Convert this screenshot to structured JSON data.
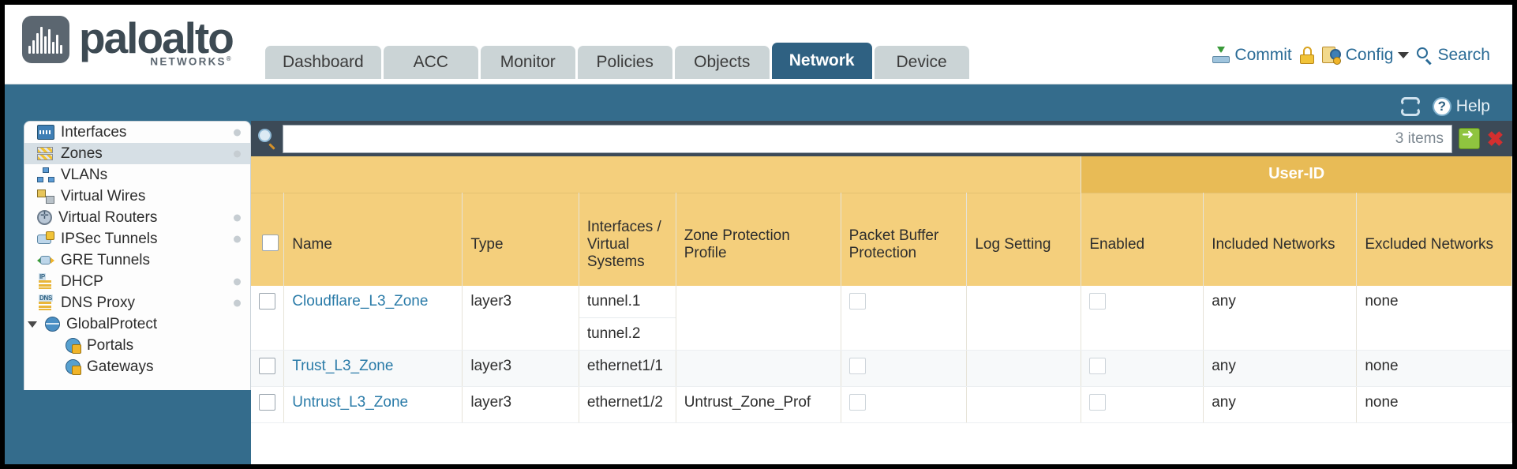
{
  "brand": {
    "name": "paloalto",
    "sub": "NETWORKS",
    "sub_mark": "®"
  },
  "nav": {
    "tabs": [
      {
        "label": "Dashboard",
        "active": false
      },
      {
        "label": "ACC",
        "active": false
      },
      {
        "label": "Monitor",
        "active": false
      },
      {
        "label": "Policies",
        "active": false
      },
      {
        "label": "Objects",
        "active": false
      },
      {
        "label": "Network",
        "active": true
      },
      {
        "label": "Device",
        "active": false
      }
    ]
  },
  "top_actions": {
    "commit": "Commit",
    "config": "Config",
    "search": "Search"
  },
  "band": {
    "help": "Help"
  },
  "sidebar": {
    "items": [
      {
        "label": "Interfaces",
        "icon": "interfaces-icon",
        "selected": false,
        "dot": true,
        "child": false,
        "toggle": false
      },
      {
        "label": "Zones",
        "icon": "zones-icon",
        "selected": true,
        "dot": true,
        "child": false,
        "toggle": false
      },
      {
        "label": "VLANs",
        "icon": "vlans-icon",
        "selected": false,
        "dot": false,
        "child": false,
        "toggle": false
      },
      {
        "label": "Virtual Wires",
        "icon": "virtual-wires-icon",
        "selected": false,
        "dot": false,
        "child": false,
        "toggle": false
      },
      {
        "label": "Virtual Routers",
        "icon": "virtual-routers-icon",
        "selected": false,
        "dot": true,
        "child": false,
        "toggle": false
      },
      {
        "label": "IPSec Tunnels",
        "icon": "ipsec-tunnels-icon",
        "selected": false,
        "dot": true,
        "child": false,
        "toggle": false
      },
      {
        "label": "GRE Tunnels",
        "icon": "gre-tunnels-icon",
        "selected": false,
        "dot": false,
        "child": false,
        "toggle": false
      },
      {
        "label": "DHCP",
        "icon": "dhcp-icon",
        "selected": false,
        "dot": true,
        "child": false,
        "toggle": false
      },
      {
        "label": "DNS Proxy",
        "icon": "dns-proxy-icon",
        "selected": false,
        "dot": true,
        "child": false,
        "toggle": false
      },
      {
        "label": "GlobalProtect",
        "icon": "globalprotect-icon",
        "selected": false,
        "dot": false,
        "child": false,
        "toggle": true
      },
      {
        "label": "Portals",
        "icon": "portals-icon",
        "selected": false,
        "dot": false,
        "child": true,
        "toggle": false
      },
      {
        "label": "Gateways",
        "icon": "gateways-icon",
        "selected": false,
        "dot": false,
        "child": true,
        "toggle": false
      }
    ]
  },
  "search": {
    "value": "",
    "items_count": "3 items"
  },
  "table": {
    "group_header": "User-ID",
    "columns": [
      "Name",
      "Type",
      "Interfaces / Virtual Systems",
      "Zone Protection Profile",
      "Packet Buffer Protection",
      "Log Setting",
      "Enabled",
      "Included Networks",
      "Excluded Networks"
    ],
    "rows": [
      {
        "name": "Cloudflare_L3_Zone",
        "type": "layer3",
        "interfaces": [
          "tunnel.1",
          "tunnel.2"
        ],
        "zone_protection_profile": "",
        "packet_buffer_protection": false,
        "log_setting": "",
        "enabled": false,
        "included_networks": "any",
        "excluded_networks": "none"
      },
      {
        "name": "Trust_L3_Zone",
        "type": "layer3",
        "interfaces": [
          "ethernet1/1"
        ],
        "zone_protection_profile": "",
        "packet_buffer_protection": false,
        "log_setting": "",
        "enabled": false,
        "included_networks": "any",
        "excluded_networks": "none"
      },
      {
        "name": "Untrust_L3_Zone",
        "type": "layer3",
        "interfaces": [
          "ethernet1/2"
        ],
        "zone_protection_profile": "Untrust_Zone_Prof",
        "packet_buffer_protection": false,
        "log_setting": "",
        "enabled": false,
        "included_networks": "any",
        "excluded_networks": "none"
      }
    ]
  },
  "colors": {
    "brand_dark": "#3d4a53",
    "band_blue": "#346c8c",
    "active_tab": "#2f6182",
    "table_header": "#f4cf7c",
    "group_header": "#e8bb56",
    "link": "#2a7ba8"
  }
}
